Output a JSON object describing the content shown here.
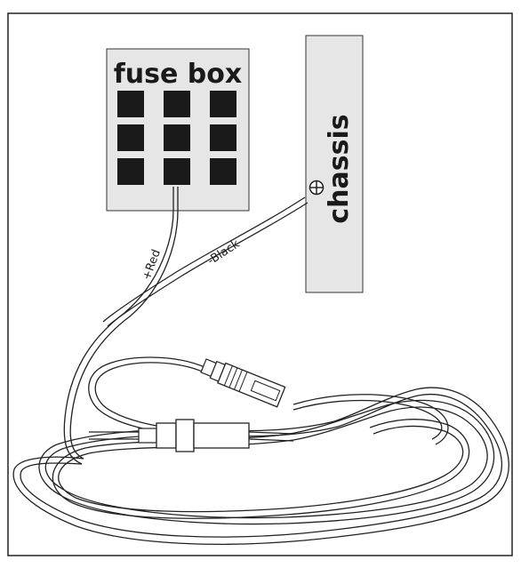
{
  "fuse_box": {
    "label": "fuse box",
    "fuse_count": 9,
    "fill_color": "#e6e6e6",
    "fuse_color": "#1a1a1a"
  },
  "chassis": {
    "label": "chassis",
    "fill_color": "#e6e6e6"
  },
  "wires": {
    "positive_label": "+Red",
    "negative_label": "-Black"
  },
  "icons": {
    "ground_screw": "ground-screw-icon",
    "connector_plug": "connector-plug-icon",
    "inline_fuse_holder": "inline-fuse-holder-icon"
  }
}
